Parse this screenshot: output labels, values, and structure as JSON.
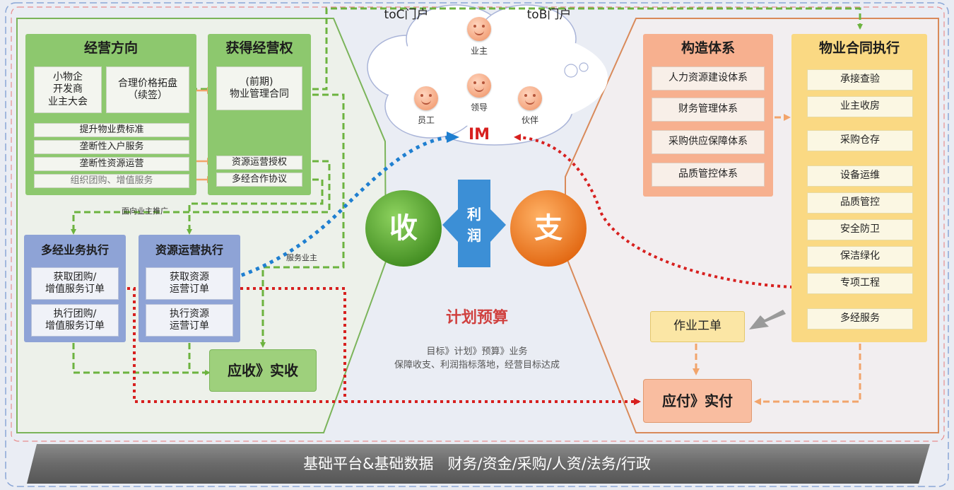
{
  "platform": {
    "label": "基础平台&基础数据   财务/资金/采购/人资/法务/行政"
  },
  "portals": {
    "toc": "toC门户",
    "tob": "toB门户"
  },
  "cloud": {
    "people": {
      "owner": "业主",
      "leader": "领导",
      "staff": "员工",
      "partner": "伙伴"
    },
    "im": "IM"
  },
  "left": {
    "direction": {
      "title": "经营方向",
      "parties": "小物企\n开发商\n业主大会",
      "pricing": "合理价格拓盘\n（续签）",
      "items": [
        "提升物业费标准",
        "垄断性入户服务",
        "垄断性资源运营",
        "组织团购、增值服务"
      ]
    },
    "rights": {
      "title": "获得经营权",
      "contract": "(前期)\n物业管理合同",
      "items": [
        "资源运营授权",
        "多经合作协议"
      ]
    },
    "label_promote": "面向业主推广",
    "label_serve": "服务业主",
    "multi": {
      "title": "多经业务执行",
      "items": [
        "获取团购/\n增值服务订单",
        "执行团购/\n增值服务订单"
      ]
    },
    "resource": {
      "title": "资源运营执行",
      "items": [
        "获取资源\n运营订单",
        "执行资源\n运营订单"
      ]
    },
    "receivable": "应收》实收"
  },
  "center": {
    "income": "收",
    "expense": "支",
    "profit": "利\n润",
    "plan_title": "计划预算",
    "plan_desc": "目标》计划》预算》业务\n保障收支、利润指标落地，经营目标达成"
  },
  "right": {
    "system": {
      "title": "构造体系",
      "items": [
        "人力资源建设体系",
        "财务管理体系",
        "采购供应保障体系",
        "品质管控体系"
      ]
    },
    "contract_exec": {
      "title": "物业合同执行",
      "items": [
        "承接查验",
        "业主收房",
        "采购仓存",
        "设备运维",
        "品质管控",
        "安全防卫",
        "保洁绿化",
        "专项工程",
        "多经服务"
      ]
    },
    "work_order": "作业工单",
    "payable": "应付》实付"
  },
  "colors": {
    "green_dash": "#6cb33f",
    "blue_dot": "#1f7fd0",
    "red_dot": "#d7201f",
    "orange_arrow": "#f2a46b"
  }
}
